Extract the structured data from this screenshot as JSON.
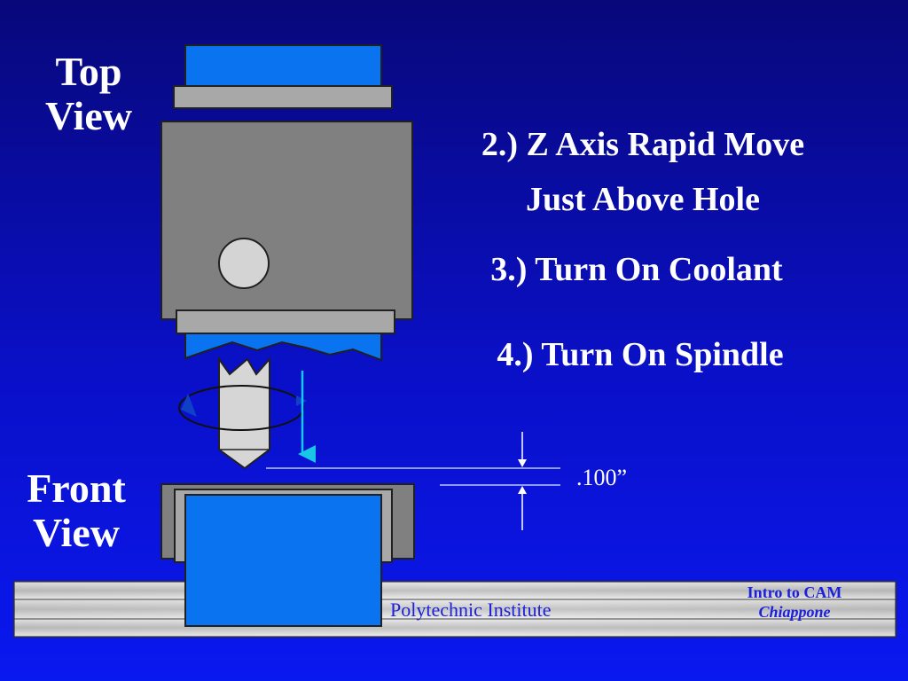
{
  "labels": {
    "top_view": [
      "Top",
      "View"
    ],
    "front_view": [
      "Front",
      "View"
    ]
  },
  "steps": {
    "step2": [
      "2.) Z Axis Rapid Move",
      "Just Above Hole"
    ],
    "step3": "3.) Turn On Coolant",
    "step4": "4.) Turn On Spindle"
  },
  "dimension": ".100”",
  "footer": {
    "institute": "Polytechnic Institute",
    "course": "Intro to CAM",
    "author": "Chiappone"
  },
  "colors": {
    "background_top": "#08087a",
    "background_bottom": "#0a18f0",
    "vise_jaw": "#0a74f0",
    "vise_body": "#808080",
    "part_plate": "#a8a8a8",
    "hole": "#d4d4d4",
    "direction_arrow": "#19c6e6",
    "spindle_rotation": "#1040c8"
  },
  "icons": {
    "rotation": "spindle-rotation-arrow-icon",
    "feed": "z-axis-feed-arrow-icon"
  }
}
